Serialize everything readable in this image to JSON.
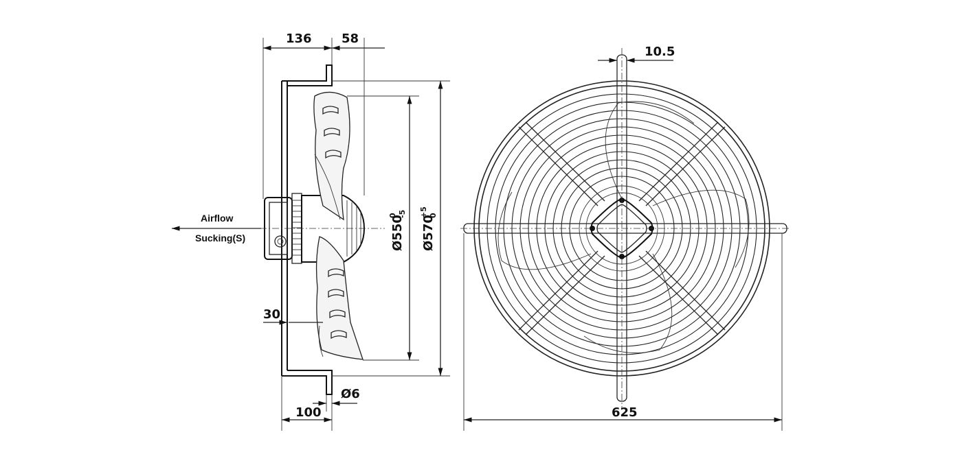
{
  "side_view": {
    "dim_136": "136",
    "dim_58": "58",
    "dim_30": "30",
    "dim_100": "100",
    "dim_hole": "Ø6",
    "dia_550": {
      "base": "Ø550",
      "upper": "0",
      "lower": "-5"
    },
    "dia_570": {
      "base": "Ø570",
      "upper": "+5",
      "lower": "0"
    },
    "airflow_label": "Airflow",
    "sucking_label": "Sucking(S)"
  },
  "front_view": {
    "dim_625": "625",
    "dim_10_5": "10.5"
  },
  "colors": {
    "line": "#222222",
    "background": "#ffffff"
  }
}
